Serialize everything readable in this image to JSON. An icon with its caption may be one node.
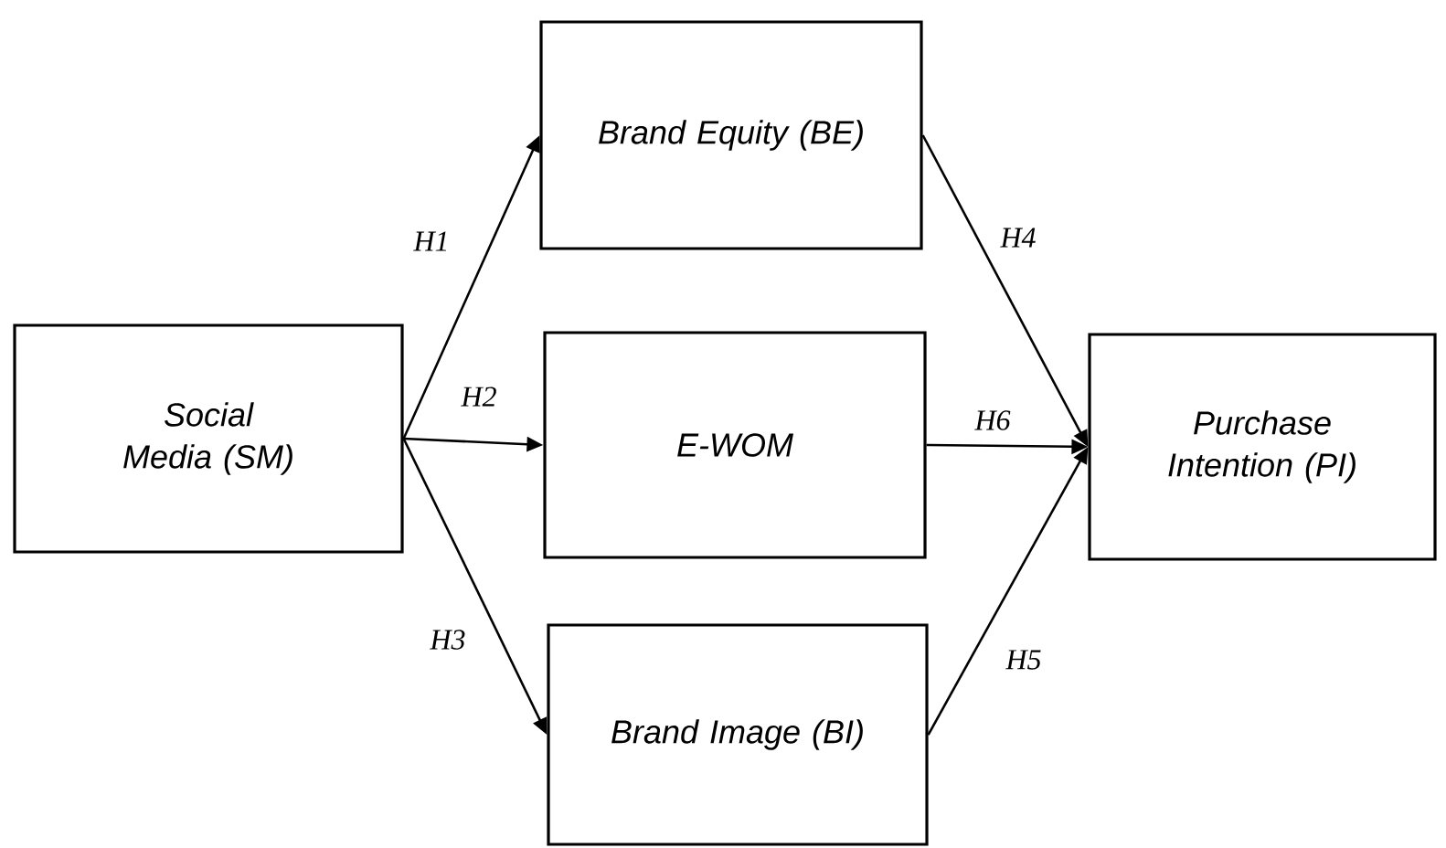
{
  "diagram": {
    "nodes": [
      {
        "text": [
          "Social Media (SM)"
        ]
      },
      {
        "text": [
          "Brand Equity (BE)"
        ]
      },
      {
        "text": [
          "E-WOM"
        ]
      },
      {
        "text": [
          "Brand Image (BI)"
        ]
      },
      {
        "text": [
          "Purchase Intention (PI)"
        ]
      }
    ],
    "edges": [
      {
        "from": 0,
        "to": 1,
        "arrow": "to",
        "label": "H1"
      },
      {
        "from": 0,
        "to": 2,
        "arrow": "to",
        "label": "H2"
      },
      {
        "from": 0,
        "to": 3,
        "arrow": "to",
        "label": "H3"
      },
      {
        "from": 1,
        "to": 4,
        "arrow": "to",
        "label": "H4"
      },
      {
        "from": 2,
        "to": 4,
        "arrow": "to",
        "label": "H6"
      },
      {
        "from": 3,
        "to": 4,
        "arrow": "to",
        "label": "H5"
      }
    ]
  }
}
